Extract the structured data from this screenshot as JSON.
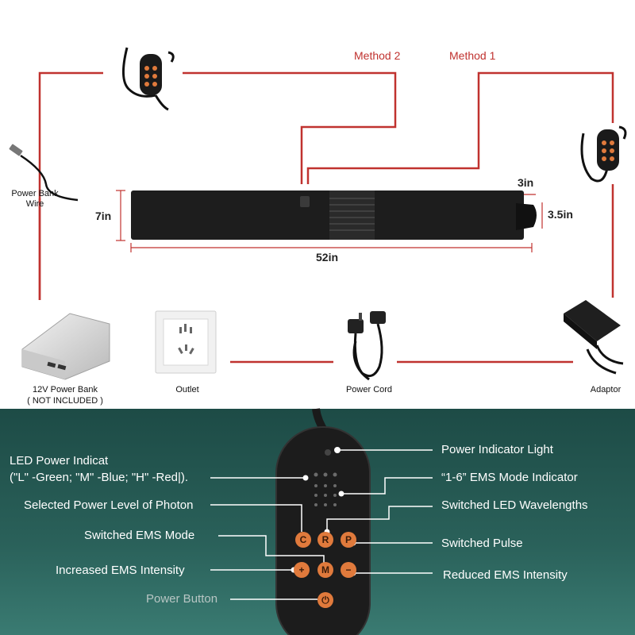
{
  "methods": {
    "method2": "Method 2",
    "method1": "Method 1"
  },
  "belt": {
    "dim_height": "7in",
    "dim_length": "52in",
    "dim_tab_width": "3in",
    "dim_tab_height": "3.5in"
  },
  "items": {
    "power_bank_wire": "Power Bank Wire",
    "power_bank": "12V Power Bank",
    "power_bank_note": "( NOT INCLUDED )",
    "outlet": "Outlet",
    "power_cord": "Power Cord",
    "adaptor": "Adaptor"
  },
  "controller": {
    "power_indicator_light": "Power Indicator Light",
    "led_power_indicator": "LED Power Indicat",
    "led_power_indicator_detail": "(\"L\" -Green; \"M\" -Blue; \"H\" -Red|).",
    "ems_mode_indicator": "“1-6” EMS Mode Indicator",
    "selected_power_level": "Selected Power Level of Photon",
    "switched_led_wavelengths": "Switched LED Wavelengths",
    "switched_ems_mode": "Switched EMS Mode",
    "switched_pulse": "Switched Pulse",
    "increased_ems_intensity": "Increased EMS Intensity",
    "reduced_ems_intensity": "Reduced EMS Intensity",
    "power_button": "Power Button",
    "buttons": {
      "c": "C",
      "r": "R",
      "p": "P",
      "m": "M",
      "plus": "+",
      "minus": "−",
      "power": "⏻"
    }
  },
  "colors": {
    "wire": "#c0322f",
    "panel": "#1f4f4a",
    "button": "#e07a3c"
  }
}
